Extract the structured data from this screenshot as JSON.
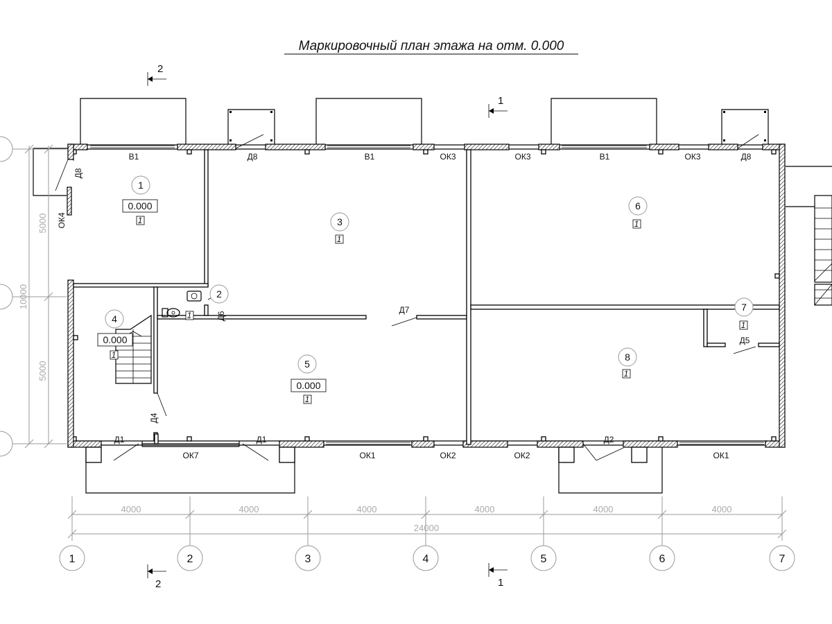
{
  "title": "Маркировочный план этажа на отм. 0.000",
  "section_marks": {
    "s1": "1",
    "s2": "2"
  },
  "axes": [
    "1",
    "2",
    "3",
    "4",
    "5",
    "6",
    "7"
  ],
  "rooms": [
    {
      "id": "r1",
      "number": "1",
      "level": "0.000",
      "tag": "1"
    },
    {
      "id": "r2",
      "number": "2",
      "level": "",
      "tag": "1"
    },
    {
      "id": "r3",
      "number": "3",
      "level": "",
      "tag": "1"
    },
    {
      "id": "r4",
      "number": "4",
      "level": "0.000",
      "tag": "1"
    },
    {
      "id": "r5",
      "number": "5",
      "level": "0.000",
      "tag": "1"
    },
    {
      "id": "r6",
      "number": "6",
      "level": "",
      "tag": "1"
    },
    {
      "id": "r7",
      "number": "7",
      "level": "",
      "tag": "1"
    },
    {
      "id": "r8",
      "number": "8",
      "level": "",
      "tag": "1"
    }
  ],
  "openings": {
    "v1": "В1",
    "d8": "Д8",
    "ok3": "ОК3",
    "ok4": "ОК4",
    "d6": "Д6",
    "d7": "Д7",
    "d5": "Д5",
    "d4": "Д4",
    "d1": "Д1",
    "ok7": "ОК7",
    "ok1": "ОК1",
    "ok2": "ОК2",
    "d2": "Д2"
  },
  "dimensions": {
    "bay": "4000",
    "total": "24000",
    "vert_half": "5000",
    "vert_total": "10000"
  },
  "colors": {
    "line": "#000000",
    "dim": "#aaaaaa"
  }
}
